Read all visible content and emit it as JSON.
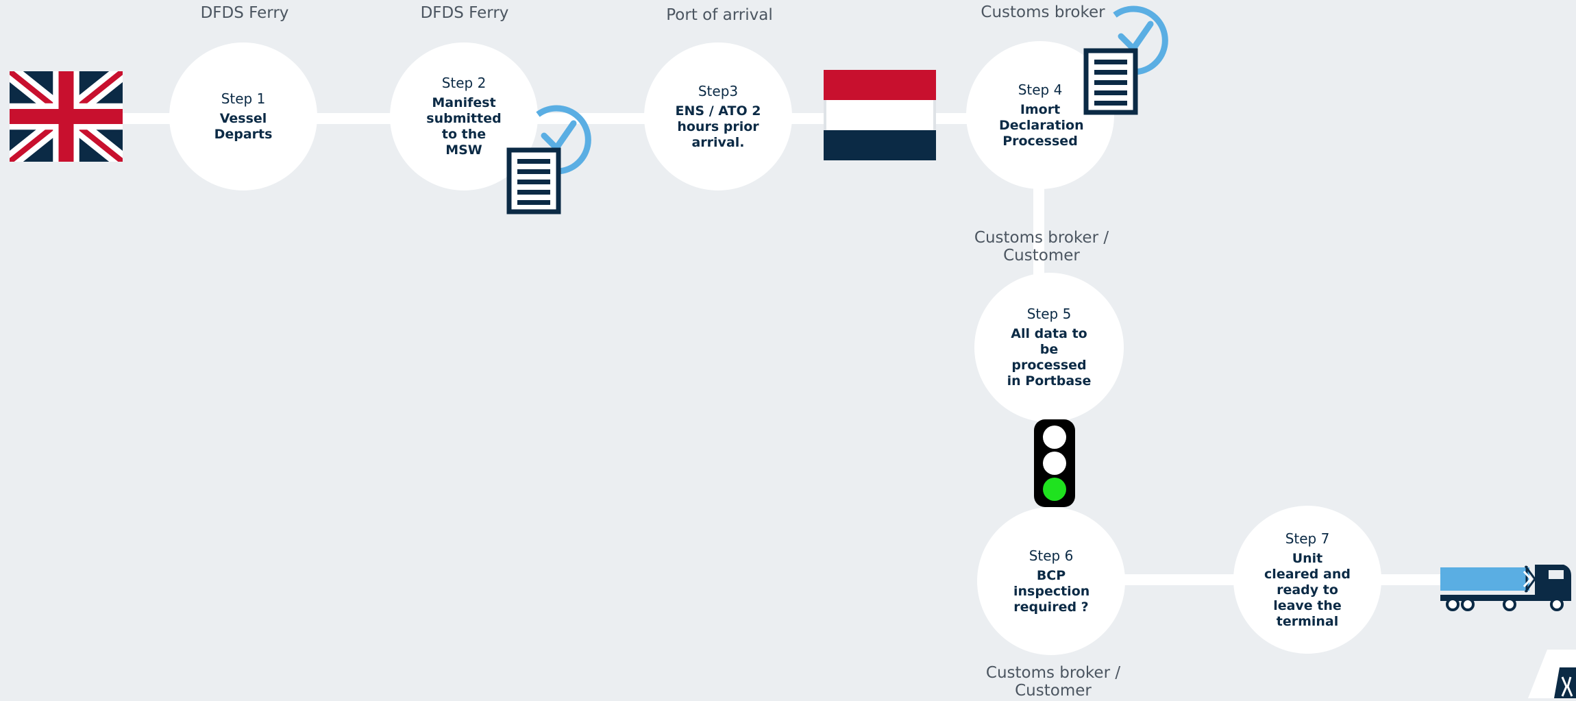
{
  "roles": {
    "step1": "DFDS Ferry",
    "step2": "DFDS Ferry",
    "step3": "Port of arrival",
    "step4": "Customs broker",
    "step5": "Customs broker / Customer",
    "step6": "Customs broker / Customer"
  },
  "steps": [
    {
      "num": "Step 1",
      "text": "Vessel Departs"
    },
    {
      "num": "Step 2",
      "text": "Manifest submitted to the MSW"
    },
    {
      "num": "Step3",
      "text": "ENS / ATO 2 hours prior arrival."
    },
    {
      "num": "Step 4",
      "text": "Imort Declaration Processed"
    },
    {
      "num": "Step 5",
      "text": "All data to be processed in Portbase"
    },
    {
      "num": "Step 6",
      "text": "BCP inspection required ?"
    },
    {
      "num": "Step 7",
      "text": "Unit cleared and ready to leave the terminal"
    }
  ],
  "icons": {
    "origin_flag": "uk-flag-icon",
    "destination_flag": "netherlands-flag-icon",
    "document": "document-check-icon",
    "traffic_light": "traffic-light-icon",
    "truck": "truck-icon",
    "brand": "dfds-logo-icon"
  },
  "colors": {
    "background": "#ebeef1",
    "navy": "#0b2a45",
    "check_blue": "#5aaee3",
    "flag_red": "#c8102e",
    "signal_green": "#1fe21f"
  }
}
